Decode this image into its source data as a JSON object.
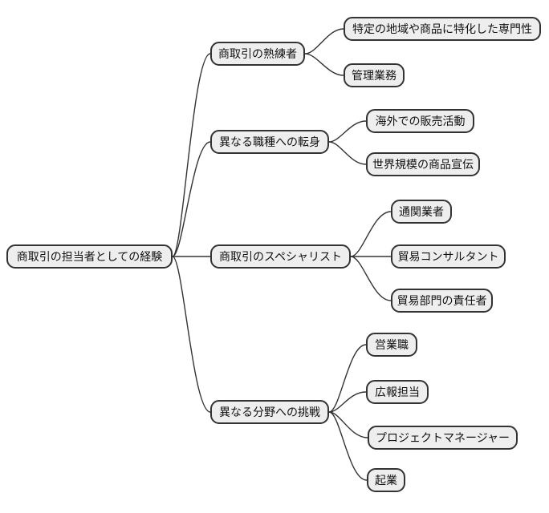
{
  "diagram": {
    "type": "mindmap",
    "orientation": "left-to-right",
    "colors": {
      "background": "#ffffff",
      "node_fill": "#eeeeee",
      "node_border": "#333333",
      "line": "#333333",
      "text": "#111111"
    },
    "root": {
      "label": "商取引の担当者としての経験"
    },
    "branches": [
      {
        "label": "商取引の熟練者",
        "children": [
          {
            "label": "特定の地域や商品に特化した専門性"
          },
          {
            "label": "管理業務"
          }
        ]
      },
      {
        "label": "異なる職種への転身",
        "children": [
          {
            "label": "海外での販売活動"
          },
          {
            "label": "世界規模の商品宣伝"
          }
        ]
      },
      {
        "label": "商取引のスペシャリスト",
        "children": [
          {
            "label": "通関業者"
          },
          {
            "label": "貿易コンサルタント"
          },
          {
            "label": "貿易部門の責任者"
          }
        ]
      },
      {
        "label": "異なる分野への挑戦",
        "children": [
          {
            "label": "営業職"
          },
          {
            "label": "広報担当"
          },
          {
            "label": "プロジェクトマネージャー"
          },
          {
            "label": "起業"
          }
        ]
      }
    ]
  }
}
